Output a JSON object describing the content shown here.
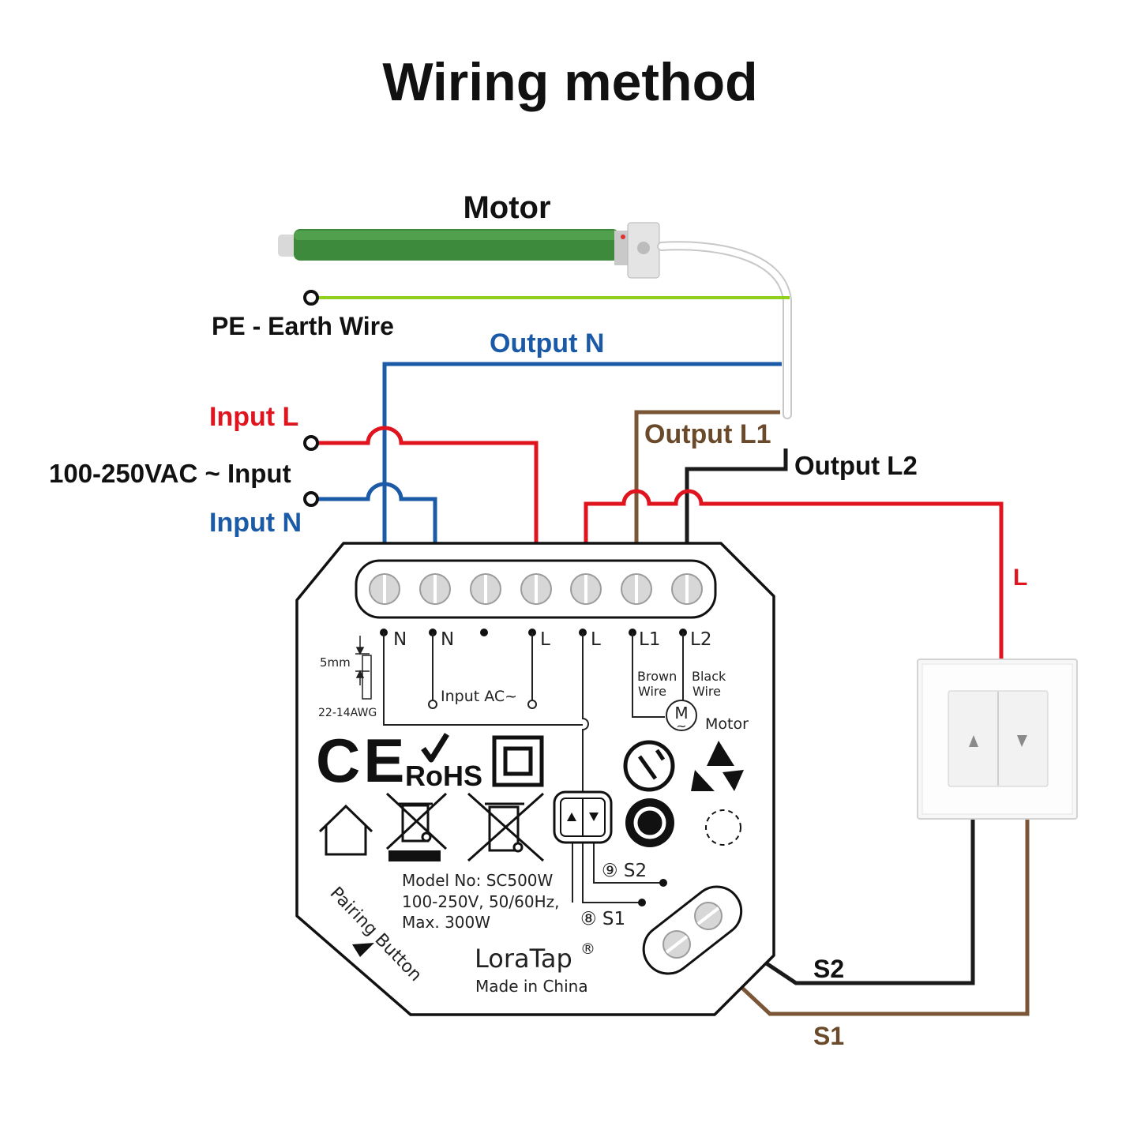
{
  "title": "Wiring method",
  "motor_label": "Motor",
  "pe_label": "PE - Earth Wire",
  "output_n_label": "Output N",
  "input_l_label": "Input L",
  "input_voltage_label": "100-250VAC ~ Input",
  "input_n_label": "Input N",
  "output_l1_label": "Output L1",
  "output_l2_label": "Output L2",
  "switch_l_label": "L",
  "s2_label": "S2",
  "s1_label": "S1",
  "device": {
    "terminals": [
      "N",
      "N",
      "",
      "L",
      "L",
      "L1",
      "L2"
    ],
    "strip_size": "5mm",
    "awg": "22-14AWG",
    "input_ac": "Input  AC~",
    "brown_wire_1": "Brown",
    "brown_wire_2": "Wire",
    "black_wire_1": "Black",
    "black_wire_2": "Wire",
    "motor_symbol": "M",
    "motor_tilde": "~",
    "motor_text": "Motor",
    "ce": "CE",
    "rohs": "RoHS",
    "s2_term": "⑨ S2",
    "s1_term": "⑧ S1",
    "model": "Model No: SC500W",
    "rating": "100-250V, 50/60Hz,",
    "max": "Max. 300W",
    "brand": "LoraTap",
    "reg": "®",
    "made_in": "Made in China",
    "pairing": "Pairing Button"
  },
  "colors": {
    "live": "#e0141e",
    "neutral": "#1b5aa6",
    "earth": "#8fd11c",
    "brown": "#6b4a2b",
    "black": "#1a1a1a",
    "motor_green": "#3d8a3c"
  }
}
